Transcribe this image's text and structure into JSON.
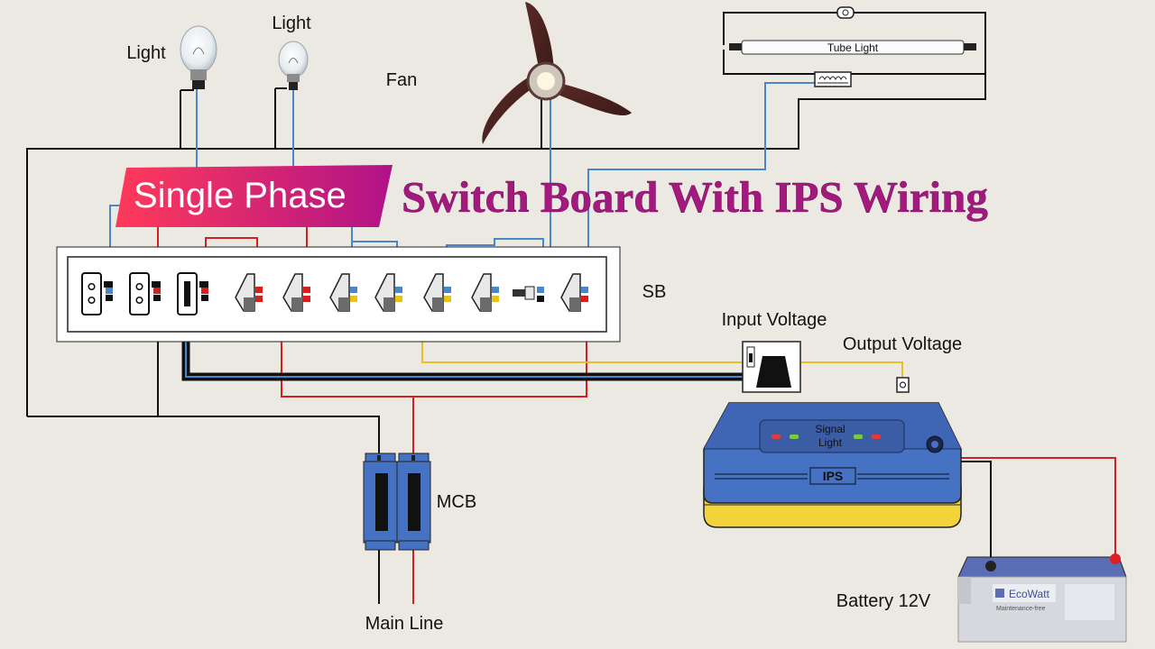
{
  "title": {
    "badge": "Single Phase",
    "main": "Switch Board With IPS Wiring"
  },
  "labels": {
    "light_1": "Light",
    "light_2": "Light",
    "fan": "Fan",
    "tube_light": "Tube Light",
    "switch_board": "SB",
    "input_voltage": "Input Voltage",
    "output_voltage": "Output Voltage",
    "mcb": "MCB",
    "main_line": "Main Line",
    "battery": "Battery 12V"
  },
  "ips": {
    "name": "IPS",
    "signal_line1": "Signal",
    "signal_line2": "Light"
  },
  "battery_brand": {
    "name": "EcoWatt",
    "tagline": "Maintenance-free"
  },
  "colors": {
    "phase": "#d42020",
    "neutral": "#111111",
    "switched": "#4a86c8",
    "ips_output": "#e8c020",
    "ips_body": "#4672c4",
    "ips_base": "#f2d33a",
    "title_text": "#a4197e",
    "badge_start": "#ff3a5a",
    "badge_end": "#b01388"
  }
}
